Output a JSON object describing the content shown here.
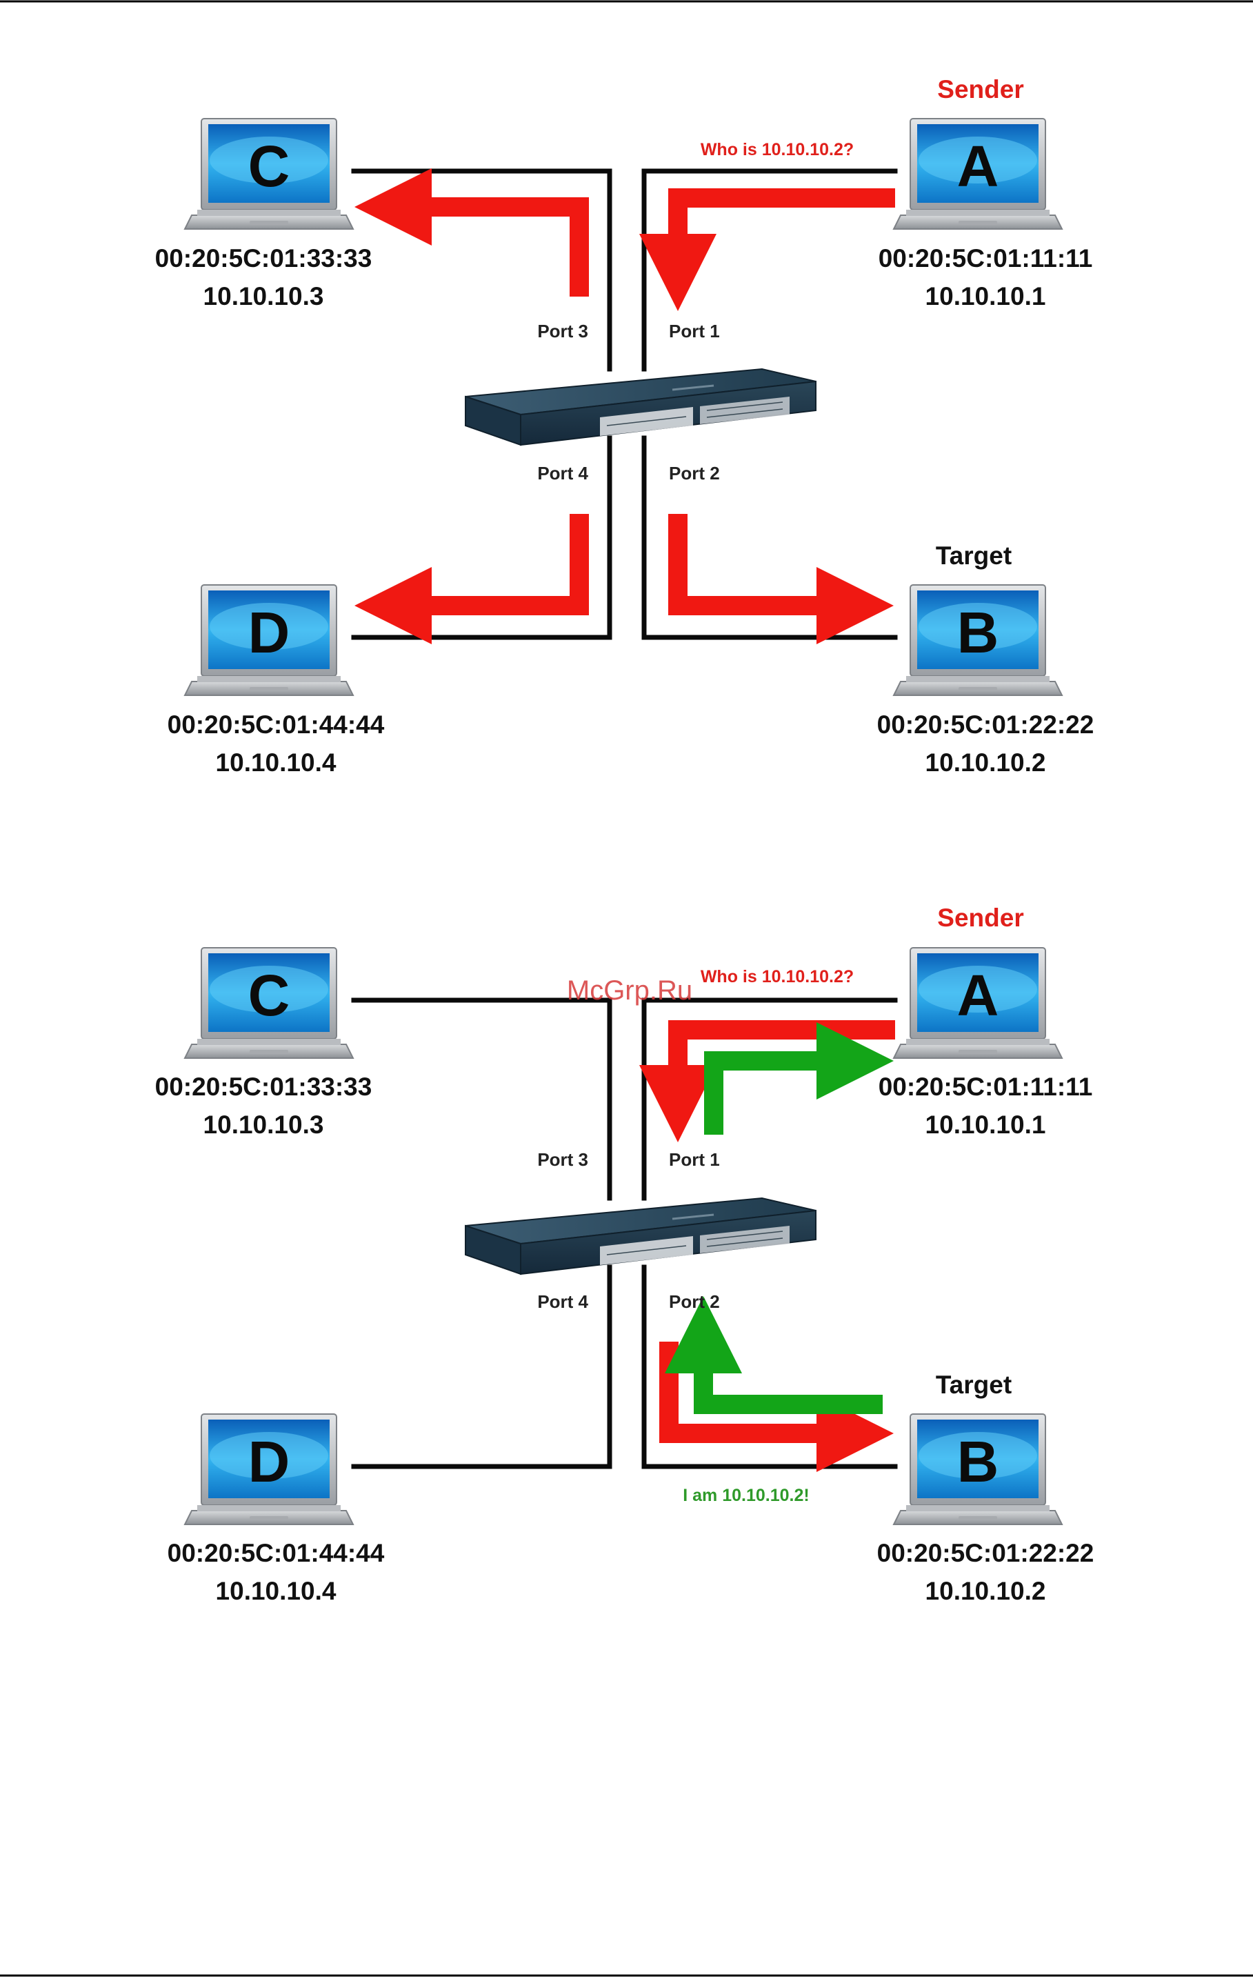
{
  "watermark": "McGrp.Ru",
  "diagrams": [
    {
      "labels": {
        "sender": "Sender",
        "target": "Target",
        "request": "Who is 10.10.10.2?",
        "reply": ""
      },
      "ports": {
        "p1": "Port 1",
        "p2": "Port 2",
        "p3": "Port 3",
        "p4": "Port 4"
      },
      "hosts": {
        "A": {
          "letter": "A",
          "mac": "00:20:5C:01:11:11",
          "ip": "10.10.10.1"
        },
        "B": {
          "letter": "B",
          "mac": "00:20:5C:01:22:22",
          "ip": "10.10.10.2"
        },
        "C": {
          "letter": "C",
          "mac": "00:20:5C:01:33:33",
          "ip": "10.10.10.3"
        },
        "D": {
          "letter": "D",
          "mac": "00:20:5C:01:44:44",
          "ip": "10.10.10.4"
        }
      },
      "arrows": [
        "red-A-to-port1",
        "red-port3-to-C",
        "red-port4-to-D",
        "red-port2-to-B"
      ]
    },
    {
      "labels": {
        "sender": "Sender",
        "target": "Target",
        "request": "Who is 10.10.10.2?",
        "reply": "I am 10.10.10.2!"
      },
      "ports": {
        "p1": "Port 1",
        "p2": "Port 2",
        "p3": "Port 3",
        "p4": "Port 4"
      },
      "hosts": {
        "A": {
          "letter": "A",
          "mac": "00:20:5C:01:11:11",
          "ip": "10.10.10.1"
        },
        "B": {
          "letter": "B",
          "mac": "00:20:5C:01:22:22",
          "ip": "10.10.10.2"
        },
        "C": {
          "letter": "C",
          "mac": "00:20:5C:01:33:33",
          "ip": "10.10.10.3"
        },
        "D": {
          "letter": "D",
          "mac": "00:20:5C:01:44:44",
          "ip": "10.10.10.4"
        }
      },
      "arrows": [
        "red-A-to-port1",
        "green-port1-to-A",
        "red-port2-to-B",
        "green-B-to-port2"
      ]
    }
  ],
  "colors": {
    "request": "#e0201b",
    "reply": "#2f9a2a",
    "wire": "#0a0a0a",
    "switch": "#2c4a5e",
    "screen": "#2aa3e8"
  }
}
